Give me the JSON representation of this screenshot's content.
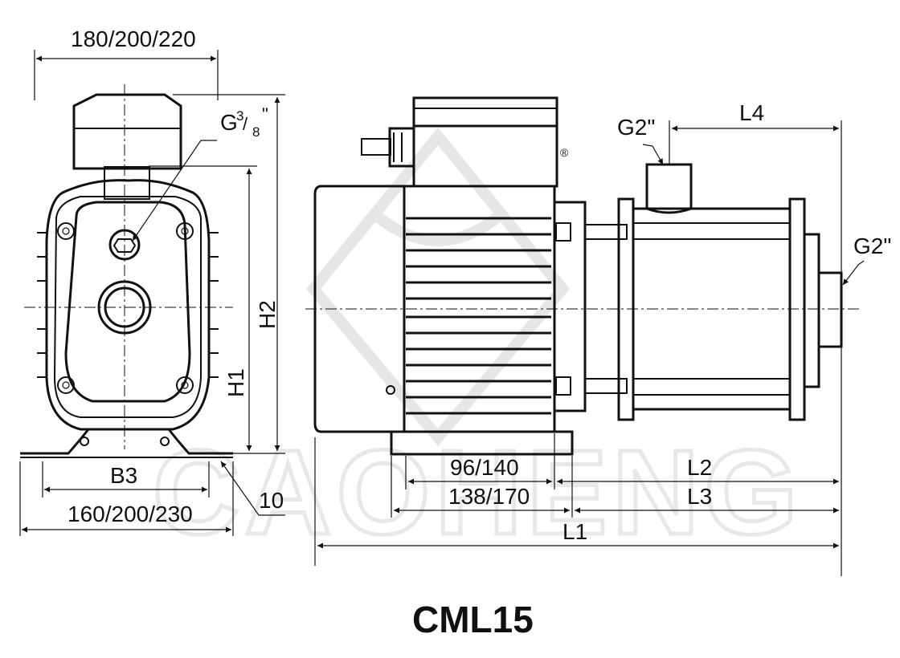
{
  "title": "CML15",
  "watermark": "CAOHENG",
  "labels": {
    "width_top": "180/200/220",
    "g38_base": "G",
    "g38_sup": "3",
    "g38_slash": "/",
    "g38_sub": "8",
    "g38_quote": "\"",
    "h1": "H1",
    "h2": "H2",
    "b3": "B3",
    "ten": "10",
    "width_bottom": "160/200/230",
    "g2_top": "G2\"",
    "l4": "L4",
    "g2_side": "G2\"",
    "d96_140": "96/140",
    "d138_170": "138/170",
    "l2": "L2",
    "l3": "L3",
    "l1": "L1",
    "registered": "®"
  },
  "colors": {
    "line": "#111111",
    "watermark": "#e6e6e6",
    "background": "#ffffff"
  }
}
